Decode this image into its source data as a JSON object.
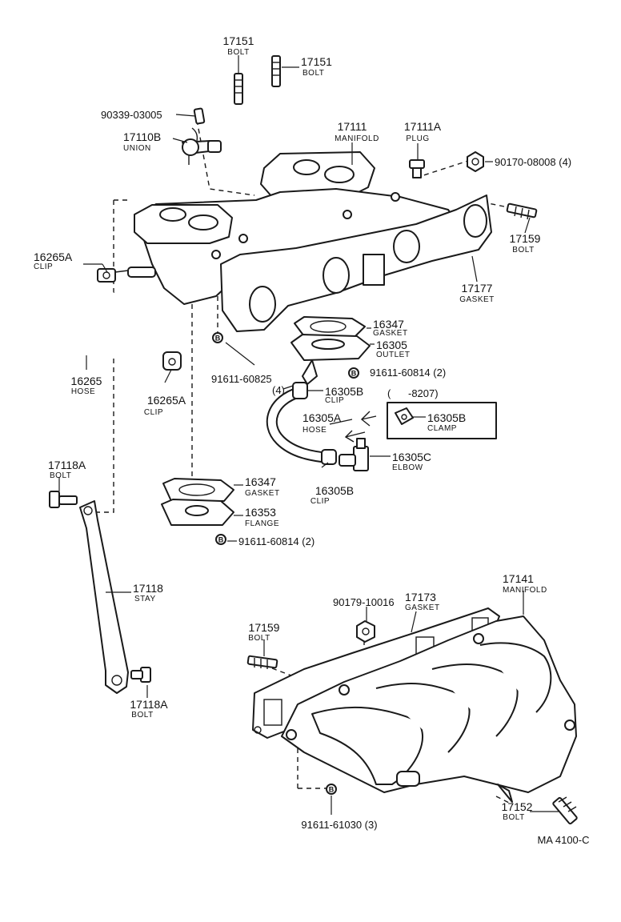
{
  "diagram_id": "MA 4100-C",
  "bullet_symbol": "B",
  "labels": {
    "p17151a": {
      "code": "17151",
      "name": "BOLT"
    },
    "p17151b": {
      "code": "17151",
      "name": "BOLT"
    },
    "p9033903005": {
      "code": "90339-03005"
    },
    "p17110b": {
      "code": "17110B",
      "name": "UNION"
    },
    "p17111": {
      "code": "17111",
      "name": "MANIFOLD"
    },
    "p17111a": {
      "code": "17111A",
      "name": "PLUG"
    },
    "p9017008008": {
      "code": "90170-08008 (4)"
    },
    "p16265a_top": {
      "code": "16265A",
      "name": "CLIP"
    },
    "p17159_top": {
      "code": "17159",
      "name": "BOLT"
    },
    "p17177": {
      "code": "17177",
      "name": "GASKET"
    },
    "p16347_top": {
      "code": "16347",
      "name": "GASKET"
    },
    "p16305": {
      "code": "16305",
      "name": "OUTLET"
    },
    "p9161160814_a": {
      "code": "91611-60814 (2)"
    },
    "p9161160825": {
      "code": "91611-60825",
      "qty": "(4)"
    },
    "p16265": {
      "code": "16265",
      "name": "HOSE"
    },
    "p16265a_bot": {
      "code": "16265A",
      "name": "CLIP"
    },
    "p16305b_top": {
      "code": "16305B",
      "name": "CLIP"
    },
    "p16305a": {
      "code": "16305A",
      "name": "HOSE"
    },
    "p16305b_clamp": {
      "code": "16305B",
      "name": "CLAMP"
    },
    "date_range": "(      -8207)",
    "p16305c": {
      "code": "16305C",
      "name": "ELBOW"
    },
    "p16305b_bot": {
      "code": "16305B",
      "name": "CLIP"
    },
    "p17118a_top": {
      "code": "17118A",
      "name": "BOLT"
    },
    "p16347_bot": {
      "code": "16347",
      "name": "GASKET"
    },
    "p16353": {
      "code": "16353",
      "name": "FLANGE"
    },
    "p9161160814_b": {
      "code": "91611-60814 (2)"
    },
    "p17118": {
      "code": "17118",
      "name": "STAY"
    },
    "p17141": {
      "code": "17141",
      "name": "MANIFOLD"
    },
    "p9017910016": {
      "code": "90179-10016"
    },
    "p17173": {
      "code": "17173",
      "name": "GASKET"
    },
    "p17159_bot": {
      "code": "17159",
      "name": "BOLT"
    },
    "p17118a_bot": {
      "code": "17118A",
      "name": "BOLT"
    },
    "p9161161030": {
      "code": "91611-61030 (3)"
    },
    "p17152": {
      "code": "17152",
      "name": "BOLT"
    }
  }
}
